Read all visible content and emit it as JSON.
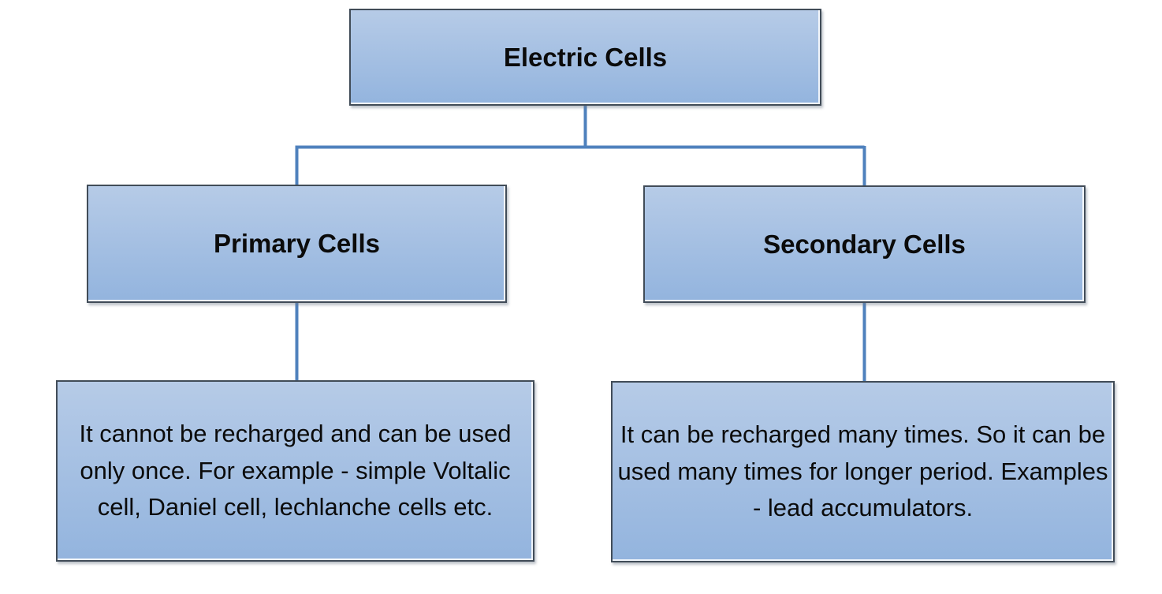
{
  "colors": {
    "box_fill_top": "#b6cbe7",
    "box_fill_bottom": "#93b4de",
    "box_border": "#414c58",
    "connector": "#4f81bd",
    "text": "#0b0b0b",
    "page_bg": "#ffffff"
  },
  "diagram": {
    "type": "hierarchy",
    "root": {
      "label": "Electric Cells"
    },
    "branches": [
      {
        "id": "primary",
        "label": "Primary Cells",
        "description": "It cannot be recharged and can be used only once. For example - simple Voltalic cell, Daniel cell, lechlanche cells etc."
      },
      {
        "id": "secondary",
        "label": "Secondary Cells",
        "description": "It can be recharged many times. So it can be used many times for longer period. Examples - lead accumulators."
      }
    ]
  }
}
